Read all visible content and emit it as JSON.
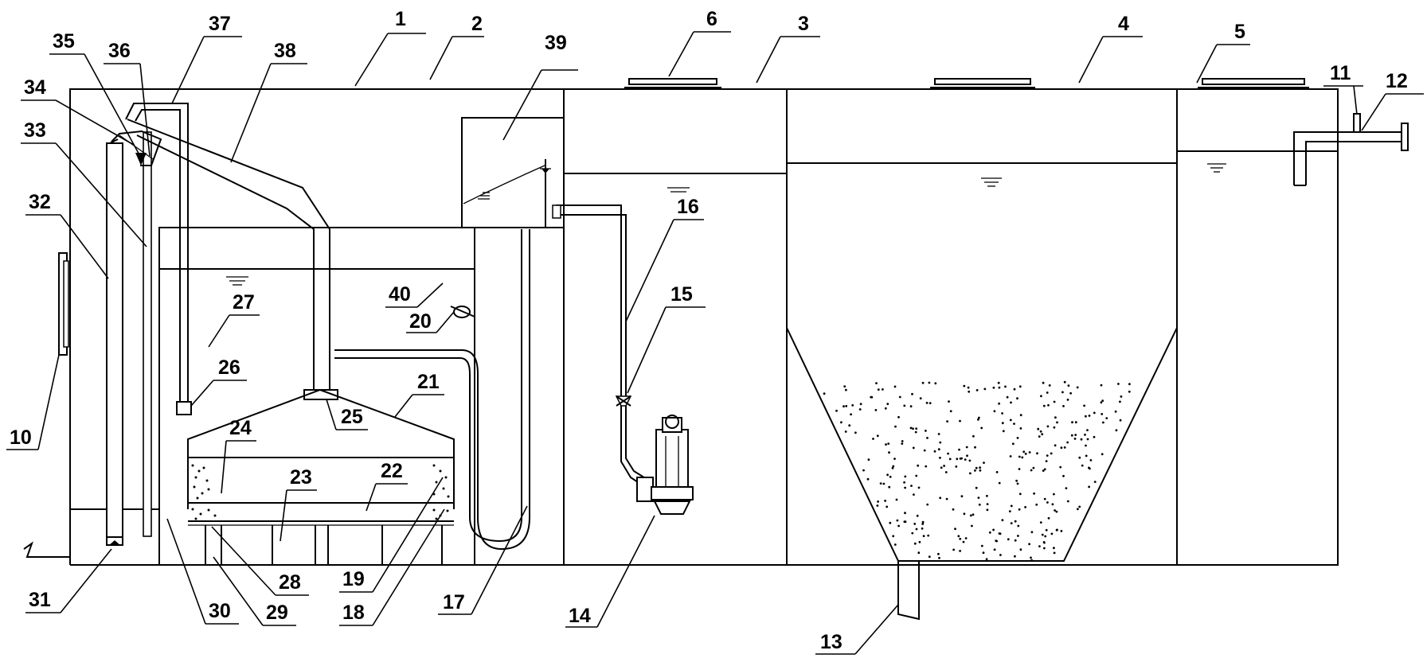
{
  "diagram": {
    "labels": [
      "1",
      "2",
      "3",
      "4",
      "5",
      "6",
      "10",
      "11",
      "12",
      "13",
      "14",
      "15",
      "16",
      "17",
      "18",
      "19",
      "20",
      "21",
      "22",
      "23",
      "24",
      "25",
      "26",
      "27",
      "28",
      "29",
      "30",
      "31",
      "32",
      "33",
      "34",
      "35",
      "36",
      "37",
      "38",
      "39",
      "40"
    ]
  }
}
